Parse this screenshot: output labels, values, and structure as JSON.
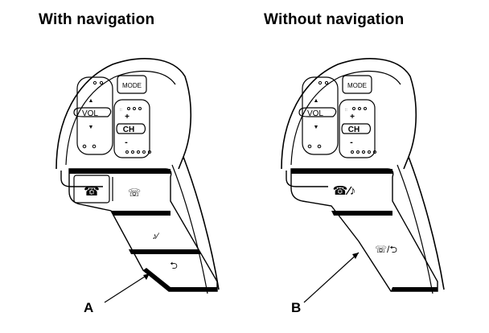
{
  "headings": {
    "with_navigation": "With navigation",
    "without_navigation": "Without navigation"
  },
  "controls": {
    "mode": "MODE",
    "vol": "VOL",
    "ch": "CH",
    "plus": "+",
    "minus": "-",
    "up_arrow": "▲",
    "down_arrow": "▼"
  },
  "callouts": {
    "a": "A",
    "b": "B"
  },
  "colors": {
    "line": "#000000",
    "background": "#ffffff",
    "button_dark": "#000000"
  }
}
